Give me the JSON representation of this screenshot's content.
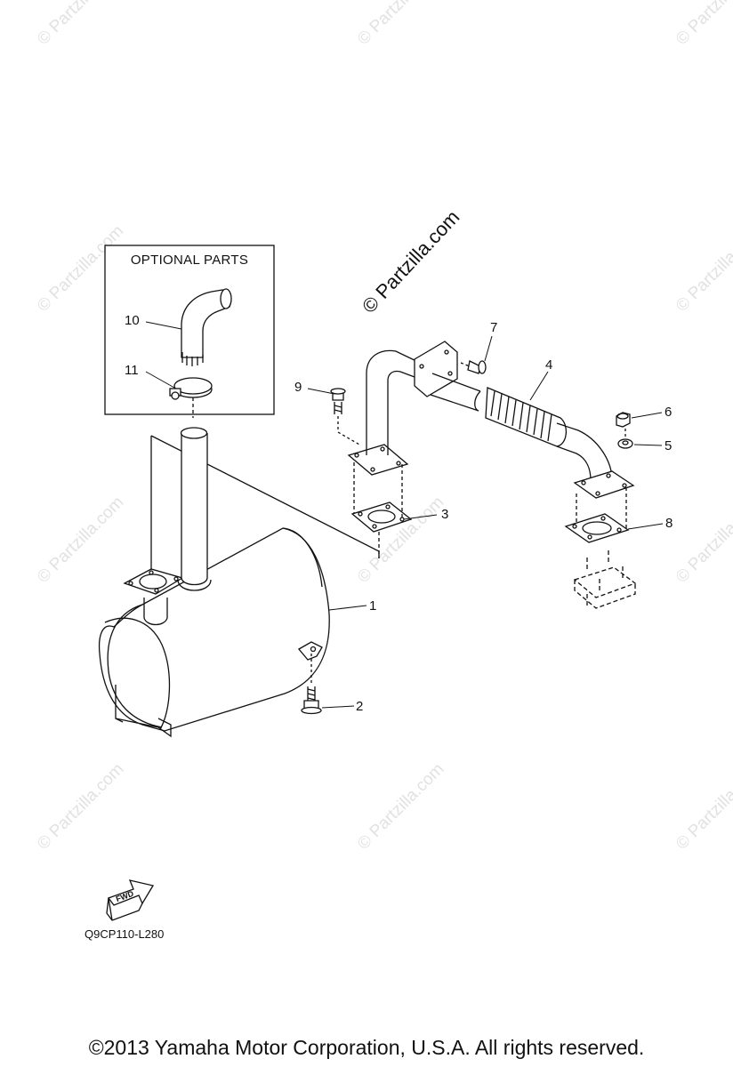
{
  "watermark": "© Partzilla.com",
  "optional_box": {
    "title": "OPTIONAL PARTS"
  },
  "callouts": [
    "1",
    "2",
    "3",
    "4",
    "5",
    "6",
    "7",
    "8",
    "9",
    "10",
    "11"
  ],
  "fwd_label": "FWD",
  "diagram_code": "Q9CP110-L280",
  "copyright": "©2013  Yamaha Motor Corporation, U.S.A. All rights reserved.",
  "colors": {
    "line": "#111111",
    "watermark": "#e2e2e2",
    "background": "#ffffff"
  }
}
